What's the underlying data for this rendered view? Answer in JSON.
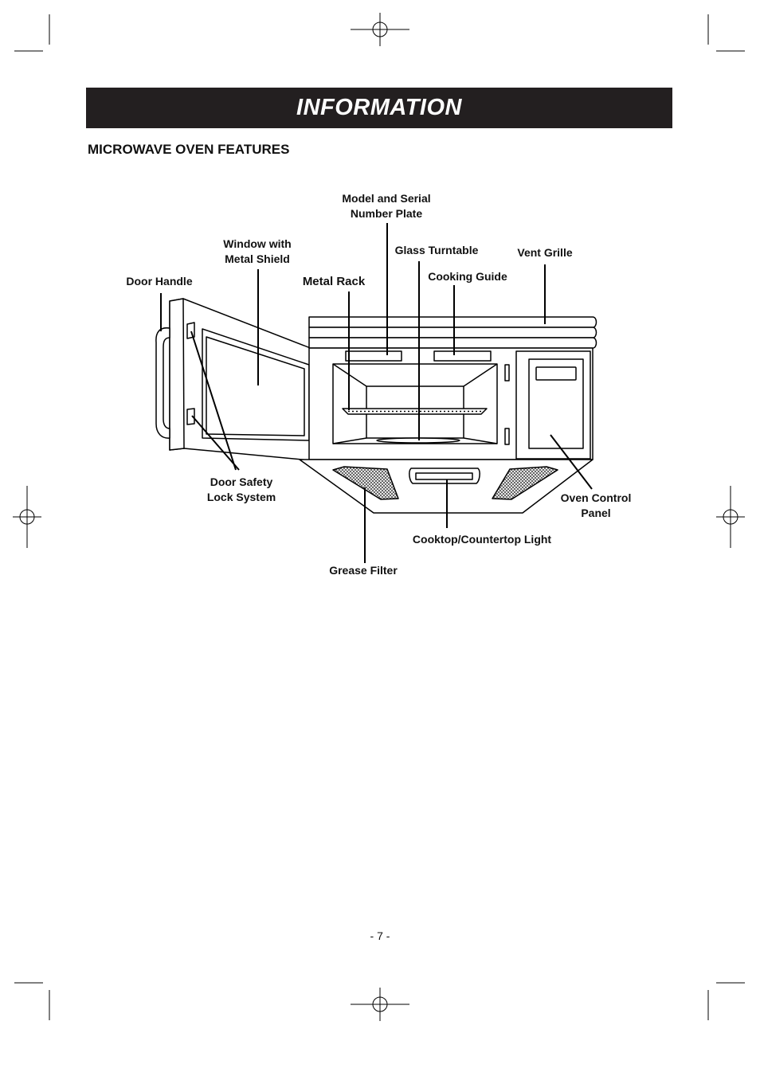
{
  "header": {
    "title": "INFORMATION"
  },
  "section": {
    "title": "MICROWAVE OVEN FEATURES"
  },
  "labels": {
    "model_serial": "Model and Serial\nNumber Plate",
    "window_shield": "Window with\nMetal Shield",
    "glass_turntable": "Glass Turntable",
    "vent_grille": "Vent Grille",
    "cooking_guide": "Cooking Guide",
    "door_handle": "Door Handle",
    "metal_rack": "Metal Rack",
    "door_safety": "Door Safety\nLock System",
    "oven_control": "Oven Control\nPanel",
    "cooktop_light": "Cooktop/Countertop Light",
    "grease_filter": "Grease Filter"
  },
  "footer": {
    "page_number": "- 7 -"
  }
}
